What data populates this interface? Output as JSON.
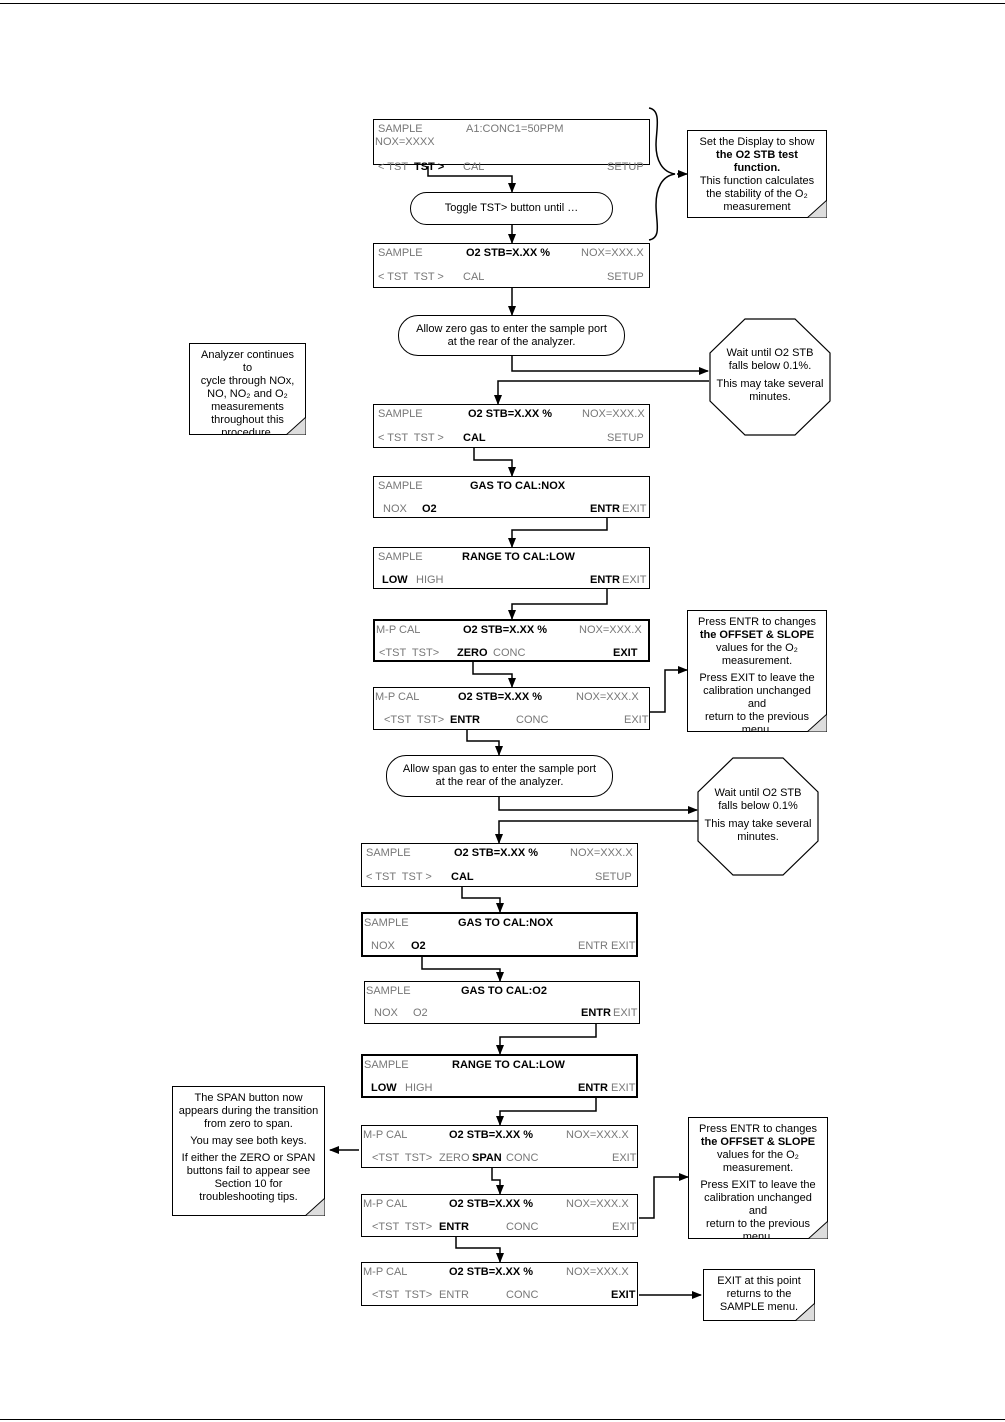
{
  "displays": [
    {
      "id": "d1",
      "l1a": "SAMPLE",
      "l1b": "A1:CONC1=50PPM",
      "l1c": "",
      "l1d": "NOX=XXXX",
      "l2a": "< TST",
      "l2b": "TST >",
      "l2c": "CAL",
      "l2d": "SETUP"
    },
    {
      "id": "d2",
      "l1a": "SAMPLE",
      "l1b": "O2 STB=X.XX %",
      "l1c": "NOX=XXX.X",
      "l2a": "< TST  TST >",
      "l2b": "CAL",
      "l2c": "SETUP"
    },
    {
      "id": "d3",
      "l1a": "SAMPLE",
      "l1b": "O2 STB=X.XX %",
      "l1c": "NOX=XXX.X",
      "l2a": "< TST  TST >",
      "l2b": "CAL",
      "l2c": "SETUP"
    },
    {
      "id": "d4",
      "l1a": "SAMPLE",
      "l1b": "GAS TO CAL:NOX",
      "l2a": "NOX",
      "l2b": "O2",
      "l2c": "ENTR",
      "l2d": "EXIT"
    },
    {
      "id": "d5",
      "l1a": "SAMPLE",
      "l1b": "RANGE TO CAL:LOW",
      "l2a": "LOW",
      "l2b": "HIGH",
      "l2c": "ENTR",
      "l2d": "EXIT"
    },
    {
      "id": "d6",
      "l1a": "M-P CAL",
      "l1b": "O2 STB=X.XX %",
      "l1c": "NOX=XXX.X",
      "l2a": "<TST  TST>",
      "l2b": "ZERO",
      "l2c": "CONC",
      "l2d": "EXIT"
    },
    {
      "id": "d7",
      "l1a": "M-P CAL",
      "l1b": "O2 STB=X.XX %",
      "l1c": "NOX=XXX.X",
      "l2a": "<TST  TST>",
      "l2b": "ENTR",
      "l2c": "CONC",
      "l2d": "EXIT"
    },
    {
      "id": "d8",
      "l1a": "SAMPLE",
      "l1b": "O2 STB=X.XX %",
      "l1c": "NOX=XXX.X",
      "l2a": "< TST  TST >",
      "l2b": "CAL",
      "l2c": "SETUP"
    },
    {
      "id": "d9",
      "l1a": "SAMPLE",
      "l1b": "GAS TO CAL:NOX",
      "l2a": "NOX",
      "l2b": "O2",
      "l2c": "ENTR EXIT"
    },
    {
      "id": "d10",
      "l1a": "SAMPLE",
      "l1b": "GAS TO CAL:O2",
      "l2a": "NOX",
      "l2b": "O2",
      "l2c": "ENTR",
      "l2d": "EXIT"
    },
    {
      "id": "d11",
      "l1a": "SAMPLE",
      "l1b": "RANGE TO CAL:LOW",
      "l2a": "LOW",
      "l2b": "HIGH",
      "l2c": "ENTR",
      "l2d": "EXIT"
    },
    {
      "id": "d12",
      "l1a": "M-P CAL",
      "l1b": "O2 STB=X.XX %",
      "l1c": "NOX=XXX.X",
      "l2a": "<TST  TST>",
      "l2b": "ZERO",
      "l2c": "SPAN",
      "l2d": "CONC",
      "l2e": "EXIT"
    },
    {
      "id": "d13",
      "l1a": "M-P CAL",
      "l1b": "O2 STB=X.XX %",
      "l1c": "NOX=XXX.X",
      "l2a": "<TST  TST>",
      "l2b": "ENTR",
      "l2c": "CONC",
      "l2d": "EXIT"
    },
    {
      "id": "d14",
      "l1a": "M-P CAL",
      "l1b": "O2 STB=X.XX %",
      "l1c": "NOX=XXX.X",
      "l2a": "<TST  TST>",
      "l2b": "ENTR",
      "l2c": "CONC",
      "l2d": "EXIT"
    }
  ],
  "ovals": {
    "toggle": "Toggle TST> button until …",
    "zero_gas": [
      "Allow zero gas to enter the sample port",
      "at the rear of the analyzer."
    ],
    "span_gas": [
      "Allow span gas to enter the sample port",
      "at the rear of the analyzer."
    ]
  },
  "notes": {
    "display": [
      "Set the Display to show",
      "the O2 STB test function.",
      "This function calculates",
      "the stability of the O₂",
      "measurement"
    ],
    "cycle": [
      "Analyzer continues to",
      "cycle through NOx,",
      "NO, NO₂ and O₂",
      "measurements",
      "throughout this",
      "procedure."
    ],
    "entr1": [
      "Press ENTR to changes",
      "the OFFSET & SLOPE",
      "values for the O₂",
      "measurement."
    ],
    "exit1": [
      "Press EXIT to leave the",
      "calibration unchanged and",
      "return to the previous",
      "menu."
    ],
    "span": [
      "The SPAN button now",
      "appears during the transition",
      "from zero to span."
    ],
    "span2": "You may see both keys.",
    "span3": [
      "If either the ZERO or SPAN",
      "buttons fail to appear see",
      "Section 10 for",
      "troubleshooting tips."
    ],
    "entr2": [
      "Press ENTR to changes",
      "the OFFSET & SLOPE",
      "values for the O₂",
      "measurement."
    ],
    "exit2": [
      "Press EXIT to leave the",
      "calibration unchanged and",
      "return to the previous",
      "menu."
    ],
    "exitpt": [
      "EXIT at this point",
      "returns to the",
      "SAMPLE menu."
    ]
  },
  "octagons": {
    "wait1": [
      "Wait until O2 STB",
      "falls below 0.1%."
    ],
    "wait1b": [
      "This may take several",
      "minutes."
    ],
    "wait2": [
      "Wait until O2 STB",
      "falls below 0.1%"
    ],
    "wait2b": [
      "This may take several",
      "minutes."
    ]
  }
}
